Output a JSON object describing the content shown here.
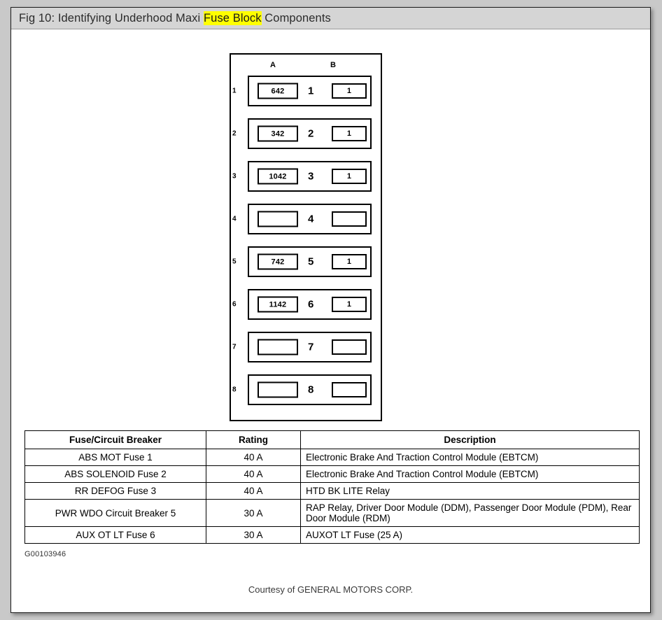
{
  "window": {
    "title_prefix": "Fig 10: Identifying Underhood Maxi ",
    "title_highlight": "Fuse Block",
    "title_suffix": " Components",
    "highlight_color": "#ffff00",
    "title_bar_color": "#d5d5d5",
    "page_background": "#c9c9c9"
  },
  "figure": {
    "column_headers": {
      "a": "A",
      "b": "B"
    },
    "rows": [
      {
        "index": "1",
        "slot_a": "642",
        "center": "1",
        "slot_b": "1"
      },
      {
        "index": "2",
        "slot_a": "342",
        "center": "2",
        "slot_b": "1"
      },
      {
        "index": "3",
        "slot_a": "1042",
        "center": "3",
        "slot_b": "1"
      },
      {
        "index": "4",
        "slot_a": "",
        "center": "4",
        "slot_b": ""
      },
      {
        "index": "5",
        "slot_a": "742",
        "center": "5",
        "slot_b": "1"
      },
      {
        "index": "6",
        "slot_a": "1142",
        "center": "6",
        "slot_b": "1"
      },
      {
        "index": "7",
        "slot_a": "",
        "center": "7",
        "slot_b": ""
      },
      {
        "index": "8",
        "slot_a": "",
        "center": "8",
        "slot_b": ""
      }
    ],
    "figure_code": "G00103946",
    "courtesy": "Courtesy of GENERAL MOTORS CORP."
  },
  "table": {
    "headers": [
      "Fuse/Circuit Breaker",
      "Rating",
      "Description"
    ],
    "rows": [
      {
        "name": "ABS MOT Fuse 1",
        "rating": "40 A",
        "description": "Electronic Brake And Traction Control Module (EBTCM)"
      },
      {
        "name": "ABS SOLENOID Fuse 2",
        "rating": "40 A",
        "description": "Electronic Brake And Traction Control Module (EBTCM)"
      },
      {
        "name": "RR DEFOG Fuse 3",
        "rating": "40 A",
        "description": "HTD BK LITE Relay"
      },
      {
        "name": "PWR WDO Circuit Breaker 5",
        "rating": "30 A",
        "description": "RAP Relay, Driver Door Module (DDM), Passenger Door Module (PDM), Rear Door Module (RDM)"
      },
      {
        "name": "AUX OT LT Fuse 6",
        "rating": "30 A",
        "description": "AUXOT LT Fuse (25 A)"
      }
    ]
  }
}
